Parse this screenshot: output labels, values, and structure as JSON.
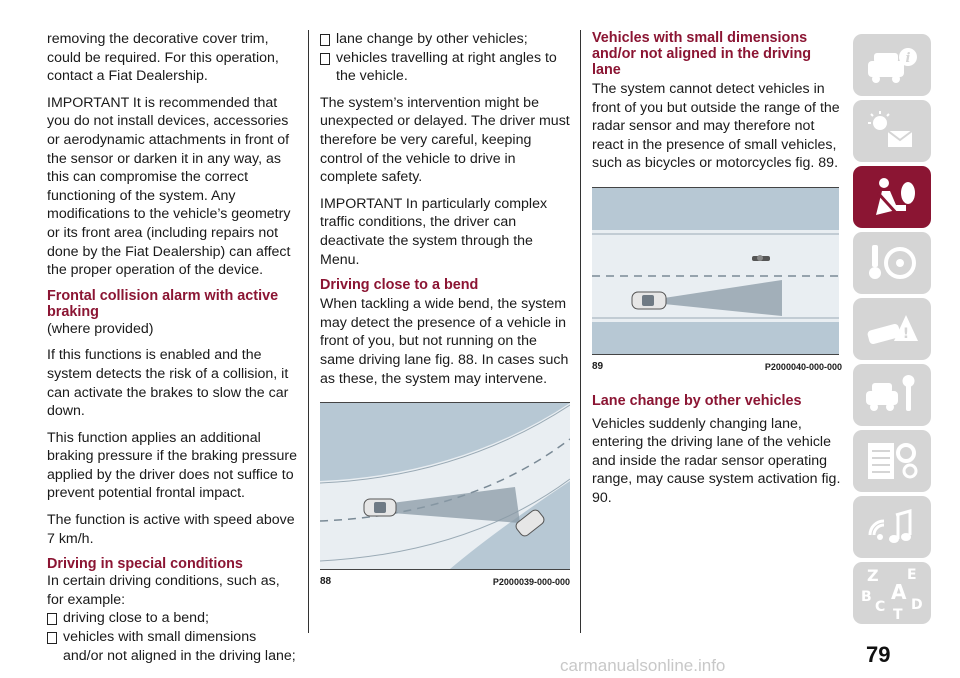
{
  "col1": {
    "p1": "removing the decorative cover trim, could be required. For this operation, contact a Fiat Dealership.",
    "p2": "IMPORTANT It is recommended that you do not install devices, accessories or aerodynamic attachments in front of the sensor or darken it in any way, as this can compromise the correct functioning of the system. Any modifications to the vehicle’s geometry or its front area (including repairs not done by the Fiat Dealership) can affect the proper operation of the device.",
    "h1": "Frontal collision alarm with active braking",
    "p3": "(where provided)",
    "p4": "If this functions is enabled and the system detects the risk of a collision, it can activate the brakes to slow the car down.",
    "p5": "This function applies an additional braking pressure if the braking pressure applied by the driver does not suffice to prevent potential frontal impact.",
    "p6": "The function is active with speed above 7 km/h.",
    "h2": "Driving in special conditions",
    "p7": "In certain driving conditions, such as, for example:",
    "li1": "driving close to a bend;",
    "li2": "vehicles with small dimensions and/or not aligned in the driving lane;"
  },
  "col2": {
    "li3": "lane change by other vehicles;",
    "li4": "vehicles travelling at right angles to the vehicle.",
    "p1": "The system’s intervention might be unexpected or delayed. The driver must therefore be very careful, keeping control of the vehicle to drive in complete safety.",
    "p2": "IMPORTANT In particularly complex traffic conditions, the driver can deactivate the system through the Menu.",
    "h1": "Driving close to a bend",
    "p3": "When tackling a wide bend, the system may detect the presence of a vehicle in front of you, but not running on the same driving lane fig. 88. In cases such as these, the system may intervene.",
    "fig_num": "88",
    "fig_code": "P2000039-000-000"
  },
  "col3": {
    "h1": "Vehicles with small dimensions and/or not aligned in the driving lane",
    "p1": "The system cannot detect vehicles in front of you but outside the range of the radar sensor and may therefore not react in the presence of small vehicles, such as bicycles or motorcycles fig. 89.",
    "fig_num": "89",
    "fig_code": "P2000040-000-000",
    "h2": "Lane change by other vehicles",
    "p2": "Vehicles suddenly changing lane, entering the driving lane of the vehicle and inside the radar sensor operating range, may cause system activation fig. 90."
  },
  "sidebar": {
    "tabs": [
      {
        "icon": "car-info-icon",
        "active": false
      },
      {
        "icon": "dashboard-lights-icon",
        "active": false
      },
      {
        "icon": "safety-seat-icon",
        "active": true
      },
      {
        "icon": "steering-wheel-key-icon",
        "active": false
      },
      {
        "icon": "car-accident-warning-icon",
        "active": false
      },
      {
        "icon": "car-maintenance-icon",
        "active": false
      },
      {
        "icon": "technical-data-icon",
        "active": false
      },
      {
        "icon": "multimedia-icon",
        "active": false
      },
      {
        "icon": "alphabetical-index-icon",
        "active": false
      }
    ],
    "index_letters": [
      "Z",
      "E",
      "A",
      "B",
      "C",
      "T",
      "D"
    ],
    "active_color": "#8b1533"
  },
  "page_number": "79",
  "watermark": "carmanualsonline.info"
}
